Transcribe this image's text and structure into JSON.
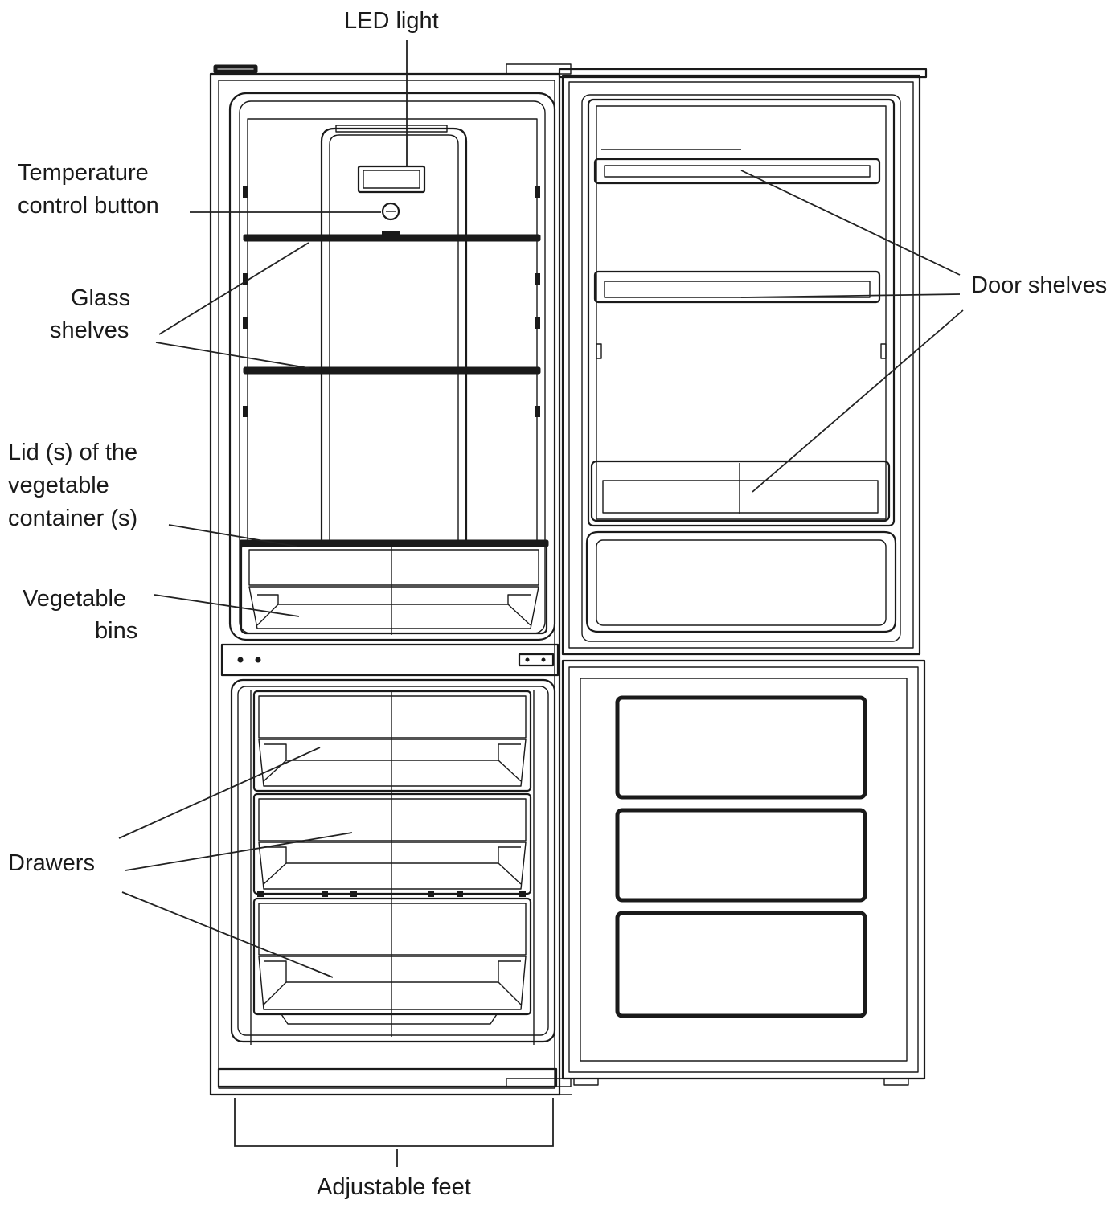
{
  "labels": {
    "led_light": "LED light",
    "temperature_control_button": [
      "Temperature",
      "control button"
    ],
    "glass_shelves": [
      "Glass",
      "shelves"
    ],
    "lid_vegetable": [
      "Lid (s) of the",
      "vegetable",
      "container (s)"
    ],
    "vegetable_bins": [
      "Vegetable",
      "bins"
    ],
    "drawers": "Drawers",
    "door_shelves": "Door shelves",
    "adjustable_feet": "Adjustable feet"
  },
  "colors": {
    "line": "#1a1a1a",
    "background": "#ffffff"
  }
}
